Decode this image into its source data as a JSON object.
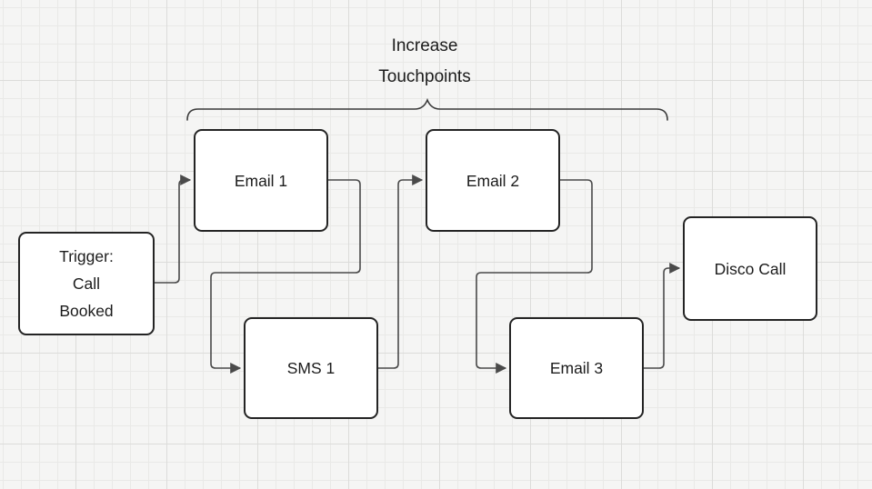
{
  "canvas": {
    "title": "Increase\nTouchpoints",
    "nodes": {
      "trigger": "Trigger:\nCall\nBooked",
      "email1": "Email 1",
      "sms1": "SMS 1",
      "email2": "Email 2",
      "email3": "Email 3",
      "disco": "Disco Call"
    },
    "colors": {
      "canvas_bg": "#f5f5f4",
      "grid_minor": "#e9e9e7",
      "grid_major": "#dcdcda",
      "node_fill": "#ffffff",
      "node_border": "#242424",
      "connector": "#4a4a4a",
      "text": "#1c1c1c"
    }
  }
}
